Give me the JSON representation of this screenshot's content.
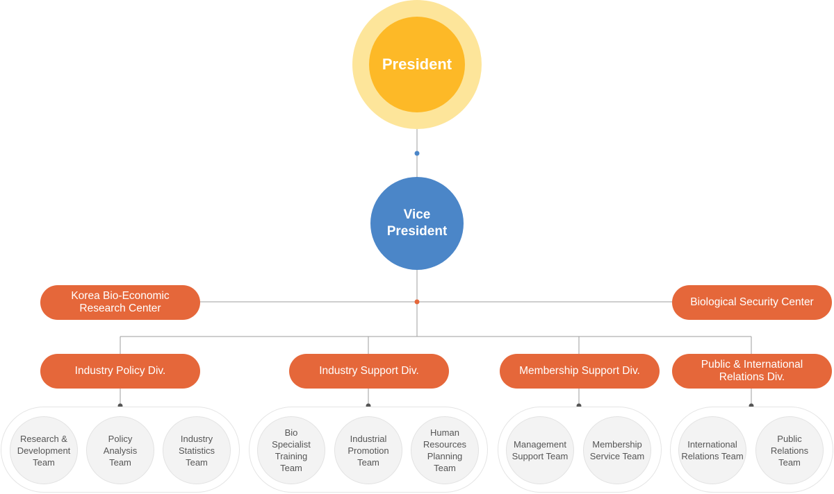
{
  "president": {
    "label": "President"
  },
  "vice_president": {
    "label": "Vice President"
  },
  "centers": [
    {
      "label": "Korea Bio-Economic Research Center"
    },
    {
      "label": "Biological Security Center"
    }
  ],
  "divisions": [
    {
      "label": "Industry Policy Div.",
      "teams": [
        "Research & Development Team",
        "Policy Analysis Team",
        "Industry Statistics Team"
      ]
    },
    {
      "label": "Industry Support Div.",
      "teams": [
        "Bio Specialist Training Team",
        "Industrial Promotion Team",
        "Human Resources Planning Team"
      ]
    },
    {
      "label": "Membership Support Div.",
      "teams": [
        "Management Support Team",
        "Membership Service Team"
      ]
    },
    {
      "label": "Public & International Relations Div.",
      "teams": [
        "International Relations Team",
        "Public Relations Team"
      ]
    }
  ],
  "colors": {
    "president_outer": "#fde59a",
    "president_inner": "#fdb927",
    "vice_president": "#4b86c8",
    "division": "#e5673a",
    "connector_dot_top": "#4b86c8",
    "connector_dot_mid": "#e5673a"
  }
}
